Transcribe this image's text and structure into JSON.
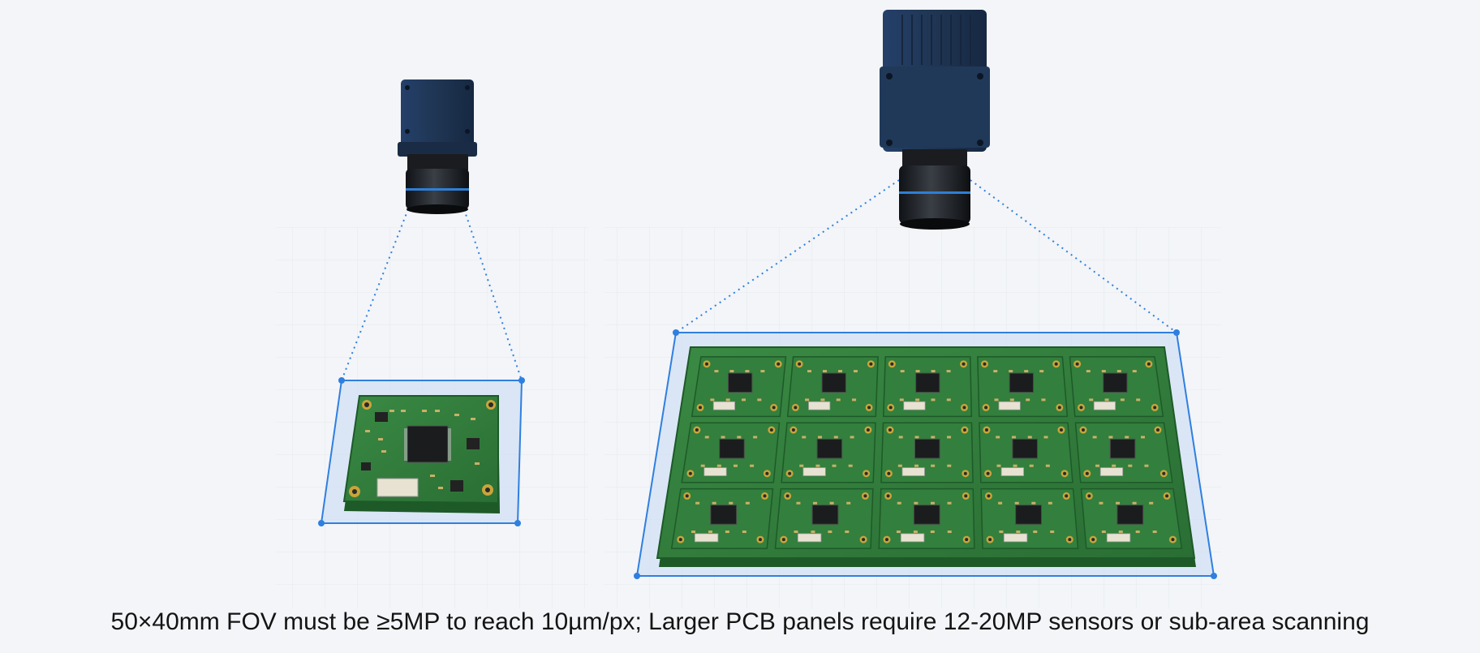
{
  "caption": "50×40mm FOV must be ≥5MP to reach 10µm/px; Larger PCB panels require 12-20MP sensors or sub-area scanning",
  "colors": {
    "background": "#f3f5f8",
    "fov_outline": "#2f7fe0",
    "fov_fill": "#cfe0f5",
    "camera_body": "#1f3552",
    "camera_accent": "#2e7fd6",
    "pcb_green": "#2f7a3a",
    "pcb_dark": "#1d5a28",
    "gold_pad": "#c9a53a"
  },
  "scenes": [
    {
      "name": "small-fov",
      "camera": "small-camera-icon",
      "boards": {
        "rows": 1,
        "cols": 1
      }
    },
    {
      "name": "large-fov",
      "camera": "large-camera-icon",
      "boards": {
        "rows": 3,
        "cols": 5
      }
    }
  ]
}
